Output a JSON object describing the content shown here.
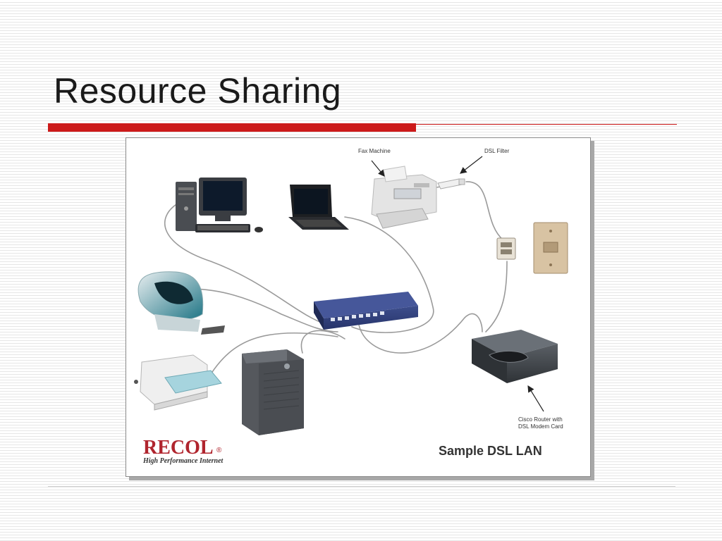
{
  "slide": {
    "title": "Resource Sharing"
  },
  "diagram": {
    "labels": {
      "fax_machine": "Fax Machine",
      "dsl_filter": "DSL Filter",
      "router": [
        "Cisco Router with",
        "DSL Modem Card"
      ],
      "caption": "Sample DSL LAN"
    },
    "logo": {
      "text": "RECOL",
      "registered_mark": "®",
      "tagline": "High Performance Internet",
      "color": "#b0252e"
    },
    "devices": [
      "desktop-pc",
      "laptop",
      "fax-machine",
      "dsl-filter",
      "phone-jack",
      "imac",
      "network-switch",
      "laser-printer",
      "server-tower",
      "cisco-router"
    ]
  },
  "colors": {
    "accent_red": "#cc1a1a",
    "switch_blue": "#2f3f7a",
    "imac_teal": "#2a7f8f"
  }
}
